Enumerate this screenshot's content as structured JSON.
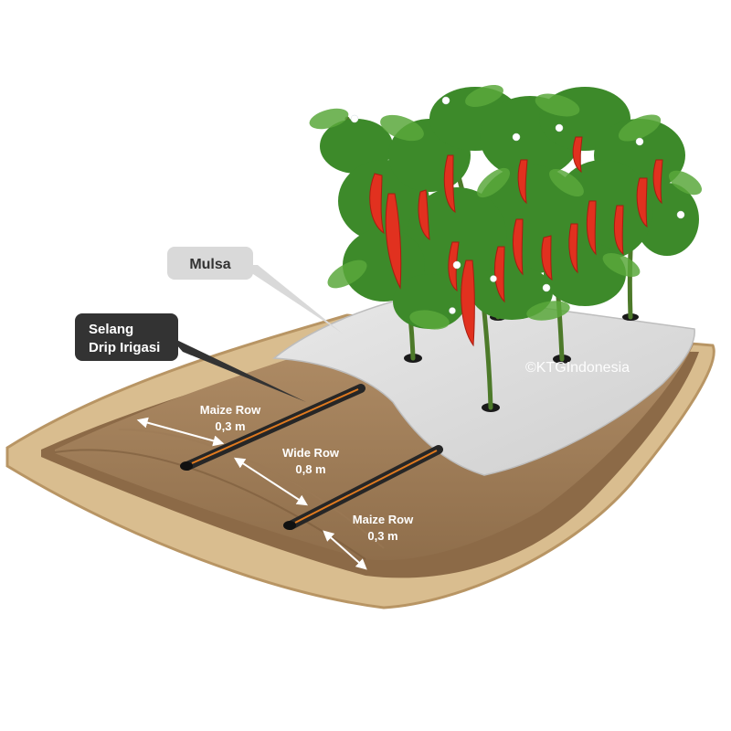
{
  "callouts": {
    "mulsa": "Mulsa",
    "selang_line1": "Selang",
    "selang_line2": "Drip Irigasi"
  },
  "dimensions": {
    "maize_top_label": "Maize Row",
    "maize_top_value": "0,3 m",
    "wide_label": "Wide Row",
    "wide_value": "0,8 m",
    "maize_bottom_label": "Maize Row",
    "maize_bottom_value": "0,3 m"
  },
  "watermark": "©KTGIndonesia",
  "colors": {
    "bed_outer": "#d9bd8f",
    "soil": "#a6845e",
    "soil_dark": "#8c6a47",
    "mulch": "#dedede",
    "drip_hose": "#262626",
    "drip_stripe": "#e07a1f",
    "chili_red": "#e1311f",
    "leaf_green": "#3d8a2a",
    "callout_light": "#d9d9d9",
    "callout_dark": "#333333"
  }
}
